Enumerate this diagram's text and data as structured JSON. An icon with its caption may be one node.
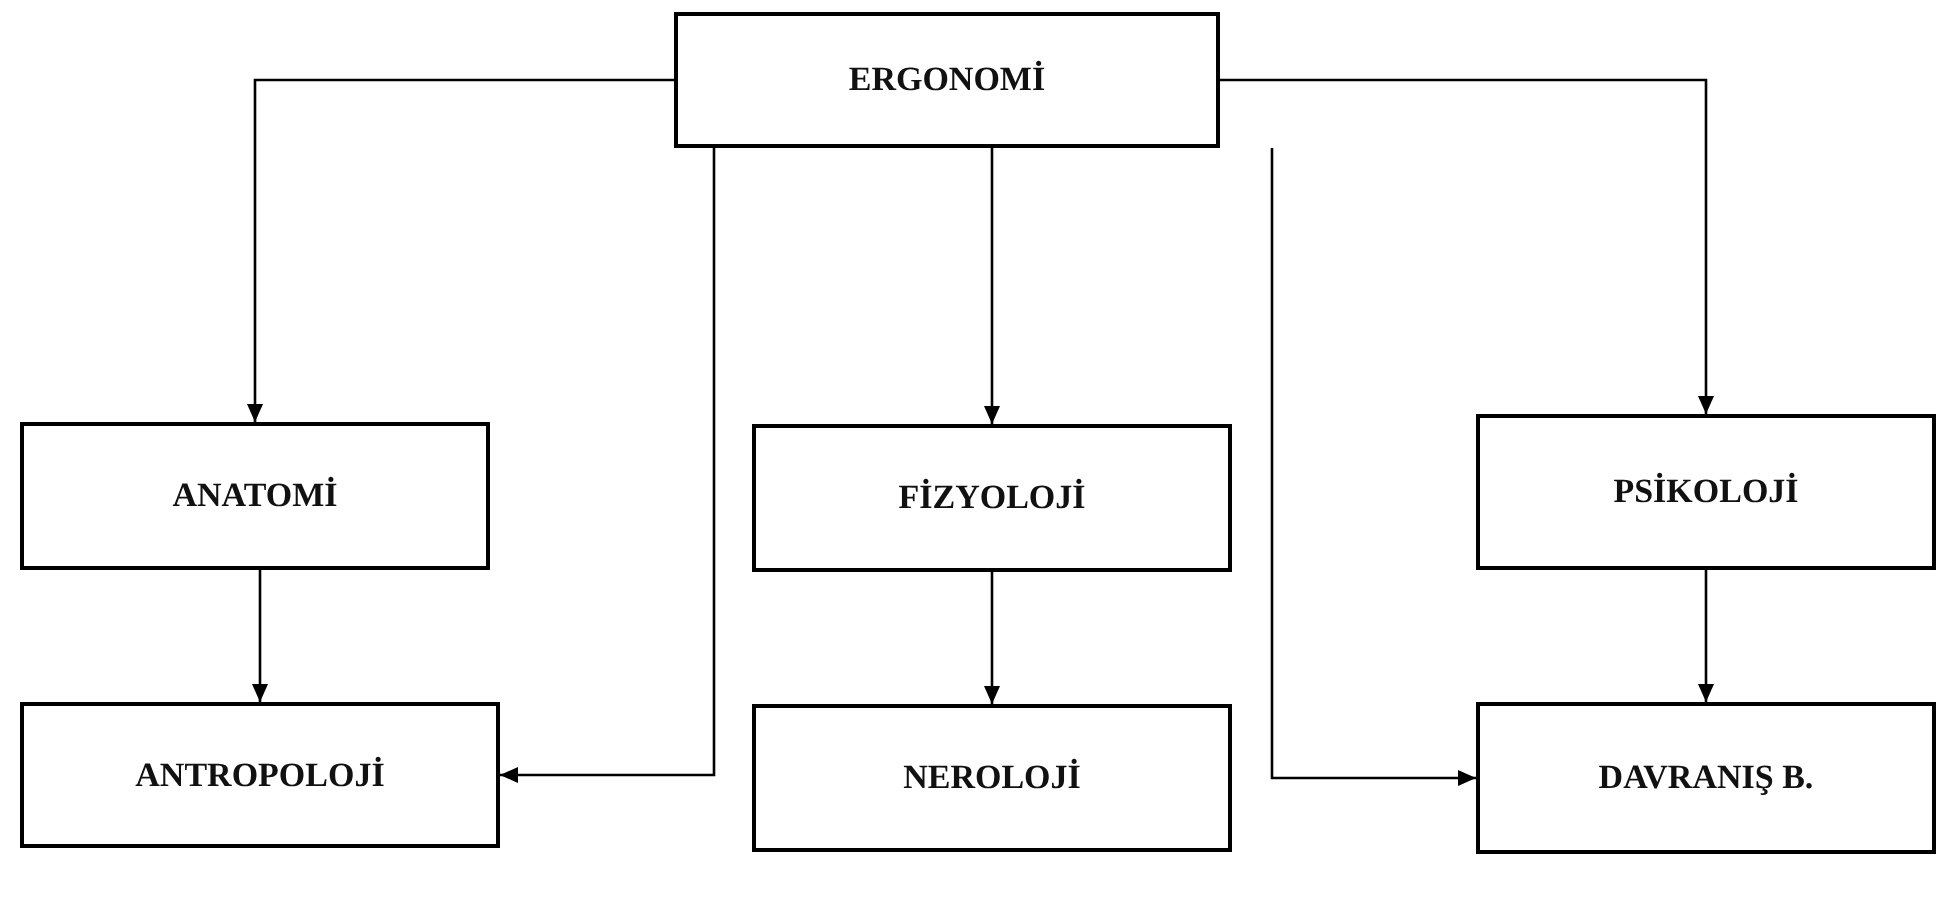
{
  "diagram": {
    "nodes": [
      {
        "text": [
          "ERGONOMİ"
        ]
      },
      {
        "text": [
          "ANATOMİ"
        ]
      },
      {
        "text": [
          "FİZYOLOJİ"
        ]
      },
      {
        "text": [
          "PSİKOLOJİ"
        ]
      },
      {
        "text": [
          "ANTROPOLOJİ"
        ]
      },
      {
        "text": [
          "NEROLOJİ"
        ]
      },
      {
        "text": [
          "DAVRANIŞ B."
        ]
      }
    ],
    "edges": [
      {
        "from": 0,
        "to": 1,
        "arrow": "to"
      },
      {
        "from": 0,
        "to": 2,
        "arrow": "to"
      },
      {
        "from": 0,
        "to": 3,
        "arrow": "to"
      },
      {
        "from": 0,
        "to": 4,
        "arrow": "to"
      },
      {
        "from": 0,
        "to": 6,
        "arrow": "to"
      },
      {
        "from": 1,
        "to": 4,
        "arrow": "to"
      },
      {
        "from": 2,
        "to": 5,
        "arrow": "to"
      },
      {
        "from": 3,
        "to": 6,
        "arrow": "to"
      }
    ]
  }
}
